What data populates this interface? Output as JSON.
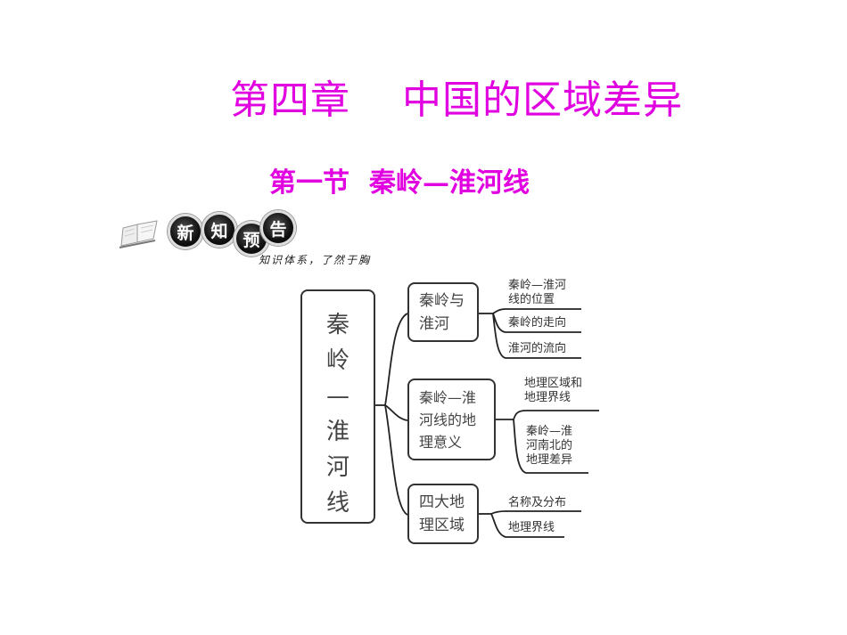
{
  "chapter": {
    "number_label": "第四章",
    "title": "中国的区域差异"
  },
  "section": {
    "number_label": "第一节",
    "title": "秦岭—淮河线"
  },
  "badge": {
    "icon": "open-book-icon",
    "chars": [
      "新",
      "知",
      "预",
      "告"
    ],
    "tagline": "知识体系，了然于胸"
  },
  "mindmap": {
    "root": {
      "lines": [
        "秦",
        "岭",
        "—",
        "淮",
        "河",
        "线"
      ]
    },
    "branches": [
      {
        "lines": [
          "秦岭与",
          "淮河"
        ],
        "leaves": [
          {
            "lines": [
              "秦岭—淮河",
              "线的位置"
            ]
          },
          {
            "lines": [
              "秦岭的走向"
            ]
          },
          {
            "lines": [
              "淮河的流向"
            ]
          }
        ]
      },
      {
        "lines": [
          "秦岭—淮",
          "河线的地",
          "理意义"
        ],
        "leaves": [
          {
            "lines": [
              "地理区域和",
              "地理界线"
            ]
          },
          {
            "lines": [
              "秦岭—淮",
              "河南北的",
              "地理差异"
            ]
          }
        ]
      },
      {
        "lines": [
          "四大地",
          "理区域"
        ],
        "leaves": [
          {
            "lines": [
              "名称及分布"
            ]
          },
          {
            "lines": [
              "地理界线"
            ]
          }
        ]
      }
    ]
  },
  "colors": {
    "title": "#e000e0",
    "node_border": "#333333"
  }
}
